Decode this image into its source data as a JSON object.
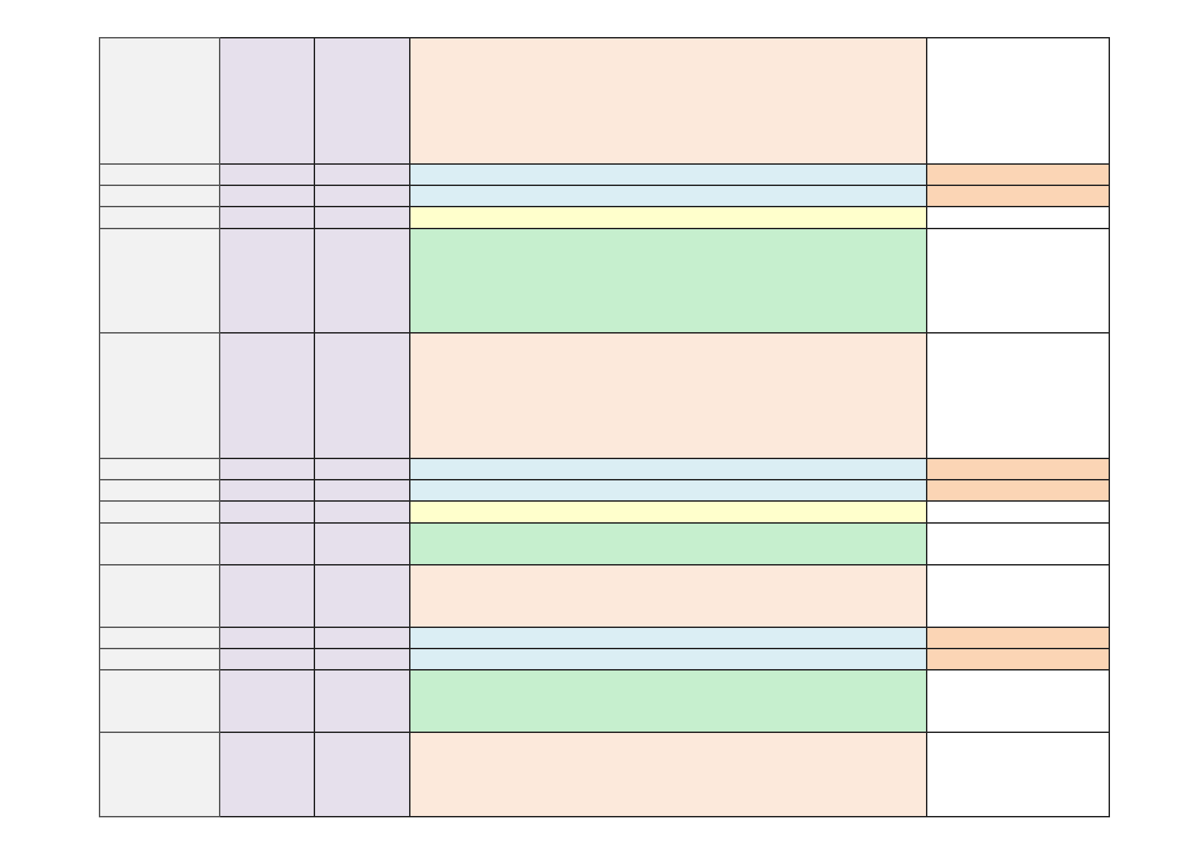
{
  "palette": {
    "gray": "#f2f2f2",
    "lavender": "#e6e0ec",
    "peach": "#fce9db",
    "light_blue": "#dbeef4",
    "light_yellow": "#ffffcc",
    "light_green": "#c6efce",
    "orange": "#fbd5b5",
    "white": "#ffffff"
  },
  "table": {
    "columns": 5,
    "rows": [
      {
        "cells": [
          "",
          "",
          "",
          "",
          ""
        ],
        "fills": [
          "gray",
          "lavender",
          "lavender",
          "peach",
          "white"
        ]
      },
      {
        "cells": [
          "",
          "",
          "",
          "",
          ""
        ],
        "fills": [
          "gray",
          "lavender",
          "lavender",
          "light_blue",
          "orange"
        ]
      },
      {
        "cells": [
          "",
          "",
          "",
          "",
          ""
        ],
        "fills": [
          "gray",
          "lavender",
          "lavender",
          "light_blue",
          "orange"
        ]
      },
      {
        "cells": [
          "",
          "",
          "",
          "",
          ""
        ],
        "fills": [
          "gray",
          "lavender",
          "lavender",
          "light_yellow",
          "white"
        ]
      },
      {
        "cells": [
          "",
          "",
          "",
          "",
          ""
        ],
        "fills": [
          "gray",
          "lavender",
          "lavender",
          "light_green",
          "white"
        ]
      },
      {
        "cells": [
          "",
          "",
          "",
          "",
          ""
        ],
        "fills": [
          "gray",
          "lavender",
          "lavender",
          "peach",
          "white"
        ]
      },
      {
        "cells": [
          "",
          "",
          "",
          "",
          ""
        ],
        "fills": [
          "gray",
          "lavender",
          "lavender",
          "light_blue",
          "orange"
        ]
      },
      {
        "cells": [
          "",
          "",
          "",
          "",
          ""
        ],
        "fills": [
          "gray",
          "lavender",
          "lavender",
          "light_blue",
          "orange"
        ]
      },
      {
        "cells": [
          "",
          "",
          "",
          "",
          ""
        ],
        "fills": [
          "gray",
          "lavender",
          "lavender",
          "light_yellow",
          "white"
        ]
      },
      {
        "cells": [
          "",
          "",
          "",
          "",
          ""
        ],
        "fills": [
          "gray",
          "lavender",
          "lavender",
          "light_green",
          "white"
        ]
      },
      {
        "cells": [
          "",
          "",
          "",
          "",
          ""
        ],
        "fills": [
          "gray",
          "lavender",
          "lavender",
          "peach",
          "white"
        ]
      },
      {
        "cells": [
          "",
          "",
          "",
          "",
          ""
        ],
        "fills": [
          "gray",
          "lavender",
          "lavender",
          "light_blue",
          "orange"
        ]
      },
      {
        "cells": [
          "",
          "",
          "",
          "",
          ""
        ],
        "fills": [
          "gray",
          "lavender",
          "lavender",
          "light_blue",
          "orange"
        ]
      },
      {
        "cells": [
          "",
          "",
          "",
          "",
          ""
        ],
        "fills": [
          "gray",
          "lavender",
          "lavender",
          "light_green",
          "white"
        ]
      },
      {
        "cells": [
          "",
          "",
          "",
          "",
          ""
        ],
        "fills": [
          "gray",
          "lavender",
          "lavender",
          "peach",
          "white"
        ]
      }
    ]
  }
}
